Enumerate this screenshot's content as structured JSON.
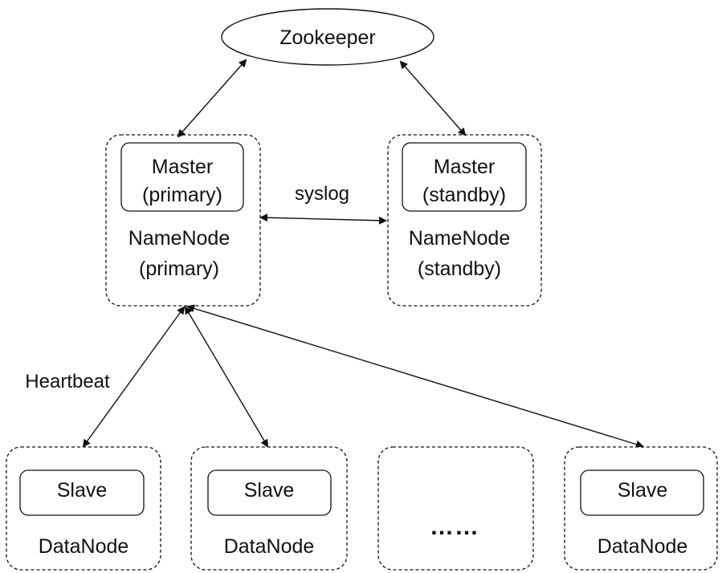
{
  "zookeeper": {
    "label": "Zookeeper"
  },
  "namenode_primary": {
    "master_line1": "Master",
    "master_line2": "(primary)",
    "node_line1": "NameNode",
    "node_line2": "(primary)"
  },
  "namenode_standby": {
    "master_line1": "Master",
    "master_line2": "(standby)",
    "node_line1": "NameNode",
    "node_line2": "(standby)"
  },
  "link_labels": {
    "syslog": "syslog",
    "heartbeat": "Heartbeat"
  },
  "datanodes": [
    {
      "inner": "Slave",
      "outer": "DataNode"
    },
    {
      "inner": "Slave",
      "outer": "DataNode"
    },
    {
      "placeholder": "……"
    },
    {
      "inner": "Slave",
      "outer": "DataNode"
    }
  ],
  "colors": {
    "line": "#111111",
    "background": "#ffffff"
  }
}
